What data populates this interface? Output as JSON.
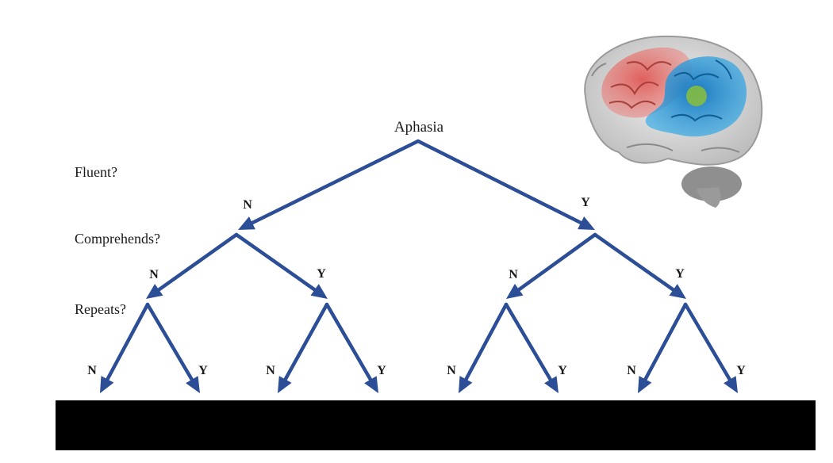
{
  "tree": {
    "root_label": "Aphasia",
    "questions": {
      "fluent": "Fluent?",
      "comprehends": "Comprehends?",
      "repeats": "Repeats?"
    },
    "no": "N",
    "yes": "Y"
  },
  "illustration": {
    "icon": "brain-icon",
    "colors": {
      "frontal": "#d9534f",
      "temporal": "#1f8fd0",
      "spot": "#8bbf3a"
    }
  },
  "colors": {
    "edge": "#2b4e97",
    "redaction": "#000000"
  }
}
